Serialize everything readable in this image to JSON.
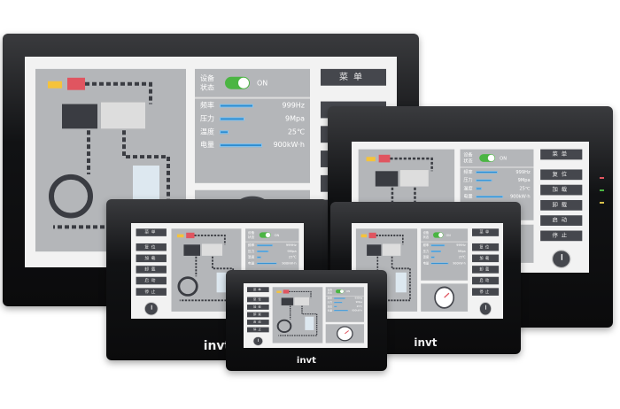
{
  "brand": "invt",
  "screen": {
    "status_label": "设备状态",
    "status_value": "ON",
    "readings": [
      {
        "label": "频率",
        "value": "999Hz",
        "level": 0.75
      },
      {
        "label": "压力",
        "value": "9Mpa",
        "level": 0.55
      },
      {
        "label": "温度",
        "value": "25℃",
        "level": 0.2
      },
      {
        "label": "电量",
        "value": "900kW·h",
        "level": 0.95
      }
    ],
    "buttons": [
      "菜单",
      "复位",
      "加载",
      "卸载",
      "启动",
      "停止"
    ]
  },
  "colors": {
    "accent": "#4bb543",
    "bar": "#2d8cd0",
    "button": "#45474d",
    "alarm": "#e05560"
  }
}
